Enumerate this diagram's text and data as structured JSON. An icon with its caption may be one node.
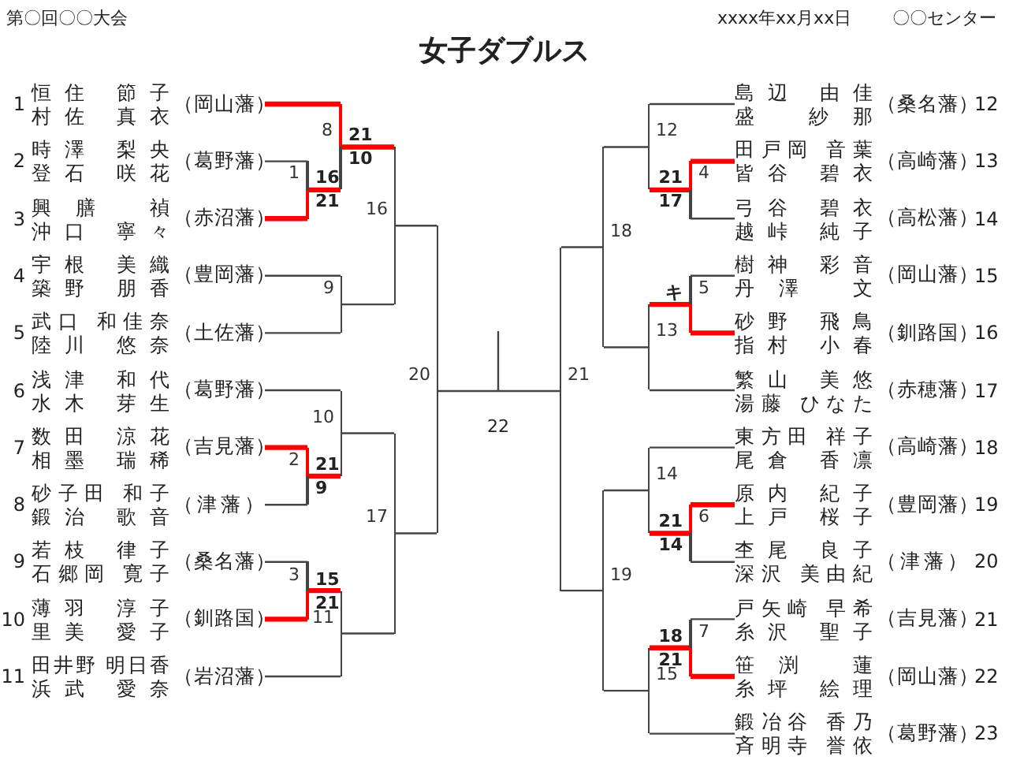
{
  "diagram": {
    "title": "女子ダブルス",
    "nodes": [
      {
        "text": [
          "恒住 節子",
          "村佐 真衣",
          "（岡山藩）"
        ],
        "beside": [
          "1"
        ]
      },
      {
        "text": [
          "時澤 梨央",
          "登石 咲花",
          "（葛野藩）"
        ],
        "beside": [
          "2"
        ]
      },
      {
        "text": [
          "興膳 禎",
          "沖口 寧々",
          "（赤沼藩）"
        ],
        "beside": [
          "3"
        ]
      },
      {
        "text": [
          "宇根 美織",
          "築野 朋香",
          "（豊岡藩）"
        ],
        "beside": [
          "4"
        ]
      },
      {
        "text": [
          "武口 和佳奈",
          "陸川 悠奈",
          "（土佐藩）"
        ],
        "beside": [
          "5"
        ]
      },
      {
        "text": [
          "浅津 和代",
          "水木 芽生",
          "（葛野藩）"
        ],
        "beside": [
          "6"
        ]
      },
      {
        "text": [
          "数田 涼花",
          "相墨 瑞稀",
          "（吉見藩）"
        ],
        "beside": [
          "7"
        ]
      },
      {
        "text": [
          "砂子田 和子",
          "鍛治 歌音",
          "（津藩）"
        ],
        "beside": [
          "8"
        ]
      },
      {
        "text": [
          "若枝 律子",
          "石郷岡 寛子",
          "（桑名藩）"
        ],
        "beside": [
          "9"
        ]
      },
      {
        "text": [
          "薄羽 淳子",
          "里美 愛子",
          "（釧路国）"
        ],
        "beside": [
          "10"
        ]
      },
      {
        "text": [
          "田井野 明日香",
          "浜武 愛奈",
          "（岩沼藩）"
        ],
        "beside": [
          "11"
        ]
      },
      {
        "text": [
          "島辺 由佳",
          "盛 紗那",
          "（桑名藩）"
        ],
        "beside": [
          "12"
        ]
      },
      {
        "text": [
          "田戸岡 音葉",
          "皆谷 碧衣",
          "（高崎藩）"
        ],
        "beside": [
          "13"
        ]
      },
      {
        "text": [
          "弓谷 碧衣",
          "越峠 純子",
          "（高松藩）"
        ],
        "beside": [
          "14"
        ]
      },
      {
        "text": [
          "樹神 彩音",
          "丹澤 文",
          "（岡山藩）"
        ],
        "beside": [
          "15"
        ]
      },
      {
        "text": [
          "砂野 飛鳥",
          "指村 小春",
          "（釧路国）"
        ],
        "beside": [
          "16"
        ]
      },
      {
        "text": [
          "繁山 美悠",
          "湯藤 ひなた",
          "（赤穂藩）"
        ],
        "beside": [
          "17"
        ]
      },
      {
        "text": [
          "東方田 祥子",
          "尾倉 香凛",
          "（高崎藩）"
        ],
        "beside": [
          "18"
        ]
      },
      {
        "text": [
          "原内 紀子",
          "上戸 桜子",
          "（豊岡藩）"
        ],
        "beside": [
          "19"
        ]
      },
      {
        "text": [
          "杢尾 良子",
          "深沢 美由紀",
          "（津藩）"
        ],
        "beside": [
          "20"
        ]
      },
      {
        "text": [
          "戸矢崎 早希",
          "糸沢 聖子",
          "（吉見藩）"
        ],
        "beside": [
          "21"
        ]
      },
      {
        "text": [
          "笹渕 蓮",
          "糸坪 絵理",
          "（岡山藩）"
        ],
        "beside": [
          "22"
        ]
      },
      {
        "text": [
          "鍛冶谷 香乃",
          "斉明寺 誉依",
          "（葛野藩）"
        ],
        "beside": [
          "23"
        ]
      },
      {
        "text": [
          "1"
        ],
        "beside": [
          "16",
          "21"
        ]
      },
      {
        "text": [
          "2"
        ],
        "beside": [
          "21",
          "9"
        ]
      },
      {
        "text": [
          "3"
        ],
        "beside": [
          "15",
          "21"
        ]
      },
      {
        "text": [
          "4"
        ],
        "beside": [
          "21",
          "17"
        ]
      },
      {
        "text": [
          "5"
        ],
        "beside": [
          "キ"
        ]
      },
      {
        "text": [
          "6"
        ],
        "beside": [
          "21",
          "14"
        ]
      },
      {
        "text": [
          "7"
        ],
        "beside": [
          "18",
          "21"
        ]
      },
      {
        "text": [
          "8"
        ],
        "beside": [
          "21",
          "10"
        ]
      },
      {
        "text": [
          "9"
        ]
      },
      {
        "text": [
          "10"
        ]
      },
      {
        "text": [
          "11"
        ]
      },
      {
        "text": [
          "12"
        ]
      },
      {
        "text": [
          "13"
        ]
      },
      {
        "text": [
          "14"
        ]
      },
      {
        "text": [
          "15"
        ]
      },
      {
        "text": [
          "16"
        ]
      },
      {
        "text": [
          "17"
        ]
      },
      {
        "text": [
          "18"
        ]
      },
      {
        "text": [
          "19"
        ]
      },
      {
        "text": [
          "20"
        ]
      },
      {
        "text": [
          "21"
        ]
      },
      {
        "text": [
          "22"
        ]
      }
    ],
    "edges": [
      {
        "from": 0,
        "to": 30,
        "arrow": "none",
        "style": "thick",
        "color": "#ff0000"
      },
      {
        "from": 1,
        "to": 23,
        "arrow": "none"
      },
      {
        "from": 2,
        "to": 23,
        "arrow": "none",
        "style": "thick",
        "color": "#ff0000"
      },
      {
        "from": 3,
        "to": 31,
        "arrow": "none"
      },
      {
        "from": 4,
        "to": 31,
        "arrow": "none"
      },
      {
        "from": 5,
        "to": 32,
        "arrow": "none"
      },
      {
        "from": 6,
        "to": 24,
        "arrow": "none",
        "style": "thick",
        "color": "#ff0000"
      },
      {
        "from": 7,
        "to": 24,
        "arrow": "none"
      },
      {
        "from": 8,
        "to": 25,
        "arrow": "none"
      },
      {
        "from": 9,
        "to": 25,
        "arrow": "none",
        "style": "thick",
        "color": "#ff0000"
      },
      {
        "from": 10,
        "to": 33,
        "arrow": "none"
      },
      {
        "from": 23,
        "to": 30,
        "arrow": "none",
        "style": "thick",
        "color": "#ff0000"
      },
      {
        "from": 24,
        "to": 32,
        "arrow": "none",
        "style": "thick",
        "color": "#ff0000"
      },
      {
        "from": 25,
        "to": 33,
        "arrow": "none",
        "style": "thick",
        "color": "#ff0000"
      },
      {
        "from": 30,
        "to": 38,
        "arrow": "none",
        "style": "thick",
        "color": "#ff0000"
      },
      {
        "from": 31,
        "to": 38,
        "arrow": "none"
      },
      {
        "from": 32,
        "to": 39,
        "arrow": "none"
      },
      {
        "from": 33,
        "to": 39,
        "arrow": "none"
      },
      {
        "from": 38,
        "to": 42,
        "arrow": "none"
      },
      {
        "from": 39,
        "to": 42,
        "arrow": "none"
      },
      {
        "from": 42,
        "to": 44,
        "arrow": "none"
      },
      {
        "from": 11,
        "to": 34,
        "arrow": "none"
      },
      {
        "from": 12,
        "to": 26,
        "arrow": "none",
        "style": "thick",
        "color": "#ff0000"
      },
      {
        "from": 13,
        "to": 26,
        "arrow": "none"
      },
      {
        "from": 14,
        "to": 27,
        "arrow": "none"
      },
      {
        "from": 15,
        "to": 27,
        "arrow": "none",
        "style": "thick",
        "color": "#ff0000"
      },
      {
        "from": 16,
        "to": 35,
        "arrow": "none"
      },
      {
        "from": 17,
        "to": 36,
        "arrow": "none"
      },
      {
        "from": 18,
        "to": 28,
        "arrow": "none",
        "style": "thick",
        "color": "#ff0000"
      },
      {
        "from": 19,
        "to": 28,
        "arrow": "none"
      },
      {
        "from": 20,
        "to": 29,
        "arrow": "none"
      },
      {
        "from": 21,
        "to": 29,
        "arrow": "none",
        "style": "thick",
        "color": "#ff0000"
      },
      {
        "from": 22,
        "to": 37,
        "arrow": "none"
      },
      {
        "from": 26,
        "to": 34,
        "arrow": "none",
        "style": "thick",
        "color": "#ff0000"
      },
      {
        "from": 27,
        "to": 35,
        "arrow": "none",
        "style": "thick",
        "color": "#ff0000"
      },
      {
        "from": 28,
        "to": 36,
        "arrow": "none",
        "style": "thick",
        "color": "#ff0000"
      },
      {
        "from": 29,
        "to": 37,
        "arrow": "none",
        "style": "thick",
        "color": "#ff0000"
      },
      {
        "from": 34,
        "to": 40,
        "arrow": "none"
      },
      {
        "from": 35,
        "to": 40,
        "arrow": "none"
      },
      {
        "from": 36,
        "to": 41,
        "arrow": "none"
      },
      {
        "from": 37,
        "to": 41,
        "arrow": "none"
      },
      {
        "from": 40,
        "to": 43,
        "arrow": "none"
      },
      {
        "from": 41,
        "to": 43,
        "arrow": "none"
      },
      {
        "from": 43,
        "to": 44,
        "arrow": "none"
      },
      {
        "from": 44,
        "to": null,
        "arrow": "none"
      }
    ],
    "labels": [
      "第〇回〇〇大会",
      "xxxx年xx月xx日",
      "〇〇センター"
    ]
  }
}
